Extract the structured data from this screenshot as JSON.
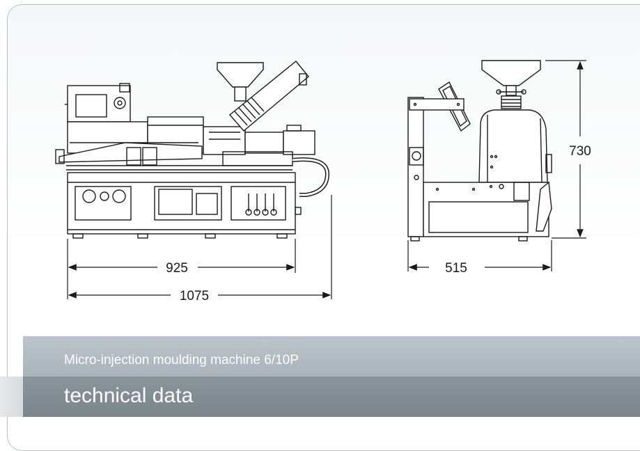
{
  "dimensions": {
    "width_inner": "925",
    "width_outer": "1075",
    "depth": "515",
    "height": "730"
  },
  "banner": {
    "subtitle": "Micro-injection moulding machine 6/10P",
    "title": "technical data"
  },
  "colors": {
    "line": "#1a1a1a",
    "band_light": "#b3bcc2",
    "band_dark": "#828c93"
  }
}
